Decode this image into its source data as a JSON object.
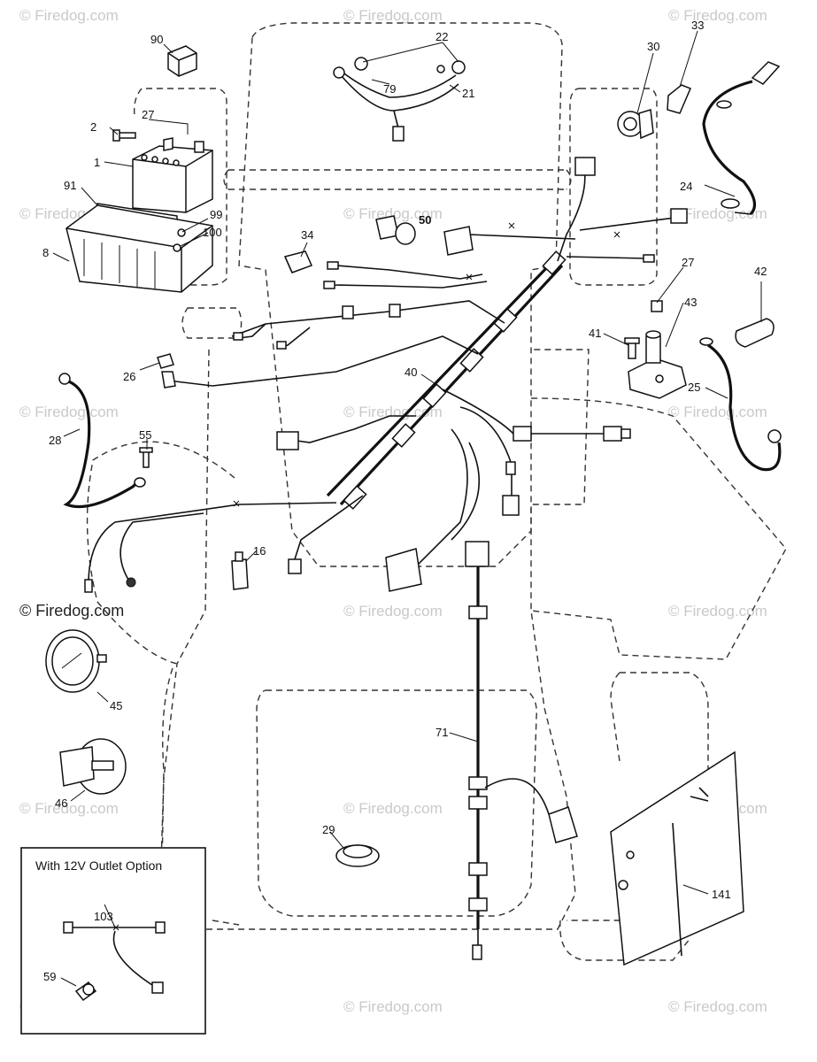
{
  "watermark": {
    "text": "© Firedog.com",
    "prominent_text": "© Firedog.com"
  },
  "inset": {
    "title": "With 12V Outlet Option",
    "parts": [
      "103",
      "59"
    ]
  },
  "callouts": {
    "p90": "90",
    "p22": "22",
    "p79": "79",
    "p21": "21",
    "p30": "30",
    "p33": "33",
    "p2": "2",
    "p27a": "27",
    "p1": "1",
    "p91": "91",
    "p99": "99",
    "p100": "100",
    "p8": "8",
    "p24": "24",
    "p50": "50",
    "p34": "34",
    "p27b": "27",
    "p42": "42",
    "p43": "43",
    "p41": "41",
    "p26": "26",
    "p40": "40",
    "p25": "25",
    "p28": "28",
    "p55": "55",
    "p16": "16",
    "p45": "45",
    "p46": "46",
    "p71": "71",
    "p29": "29",
    "p141": "141",
    "p103": "103",
    "p59": "59"
  }
}
